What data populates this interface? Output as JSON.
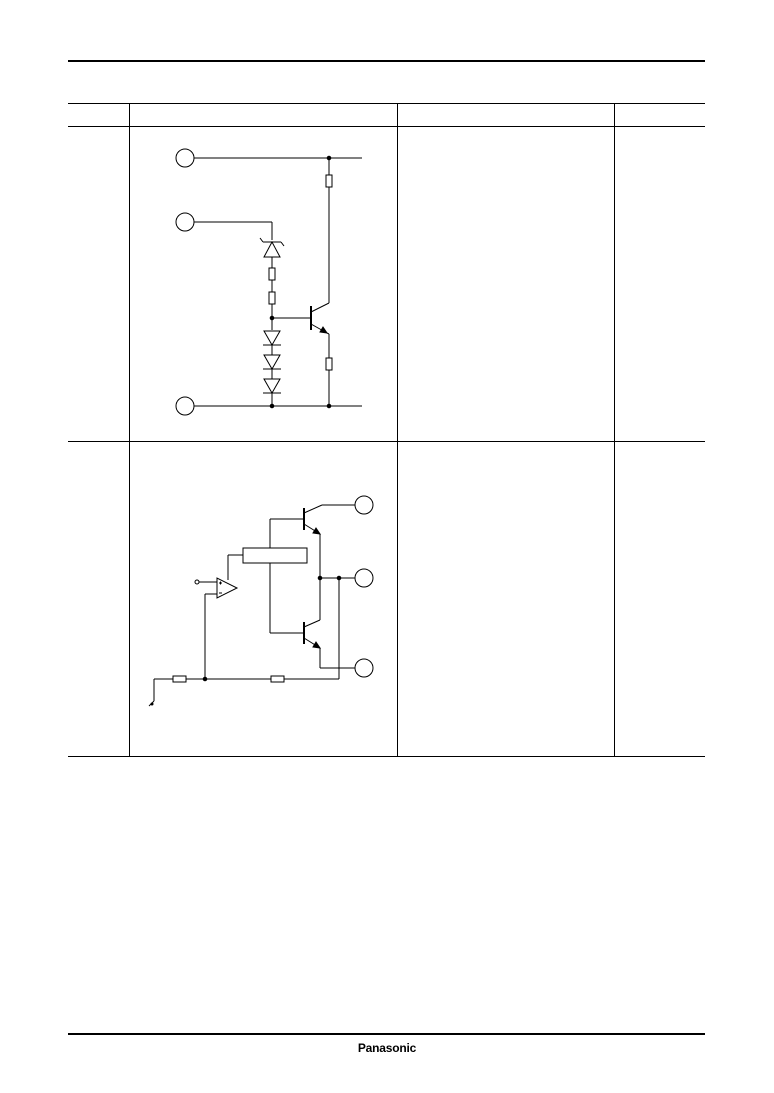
{
  "brand": {
    "logo_text": "Panasonic"
  },
  "colors": {
    "ink": "#000000",
    "paper": "#ffffff"
  },
  "table": {
    "header_cells": [
      "",
      "",
      "",
      ""
    ],
    "rows": [
      {
        "label": "",
        "diagram": "zener-bias-transistor-circuit",
        "description": "",
        "remark": ""
      },
      {
        "label": "",
        "diagram": "opamp-push-pull-output-circuit",
        "description": "",
        "remark": ""
      }
    ]
  }
}
